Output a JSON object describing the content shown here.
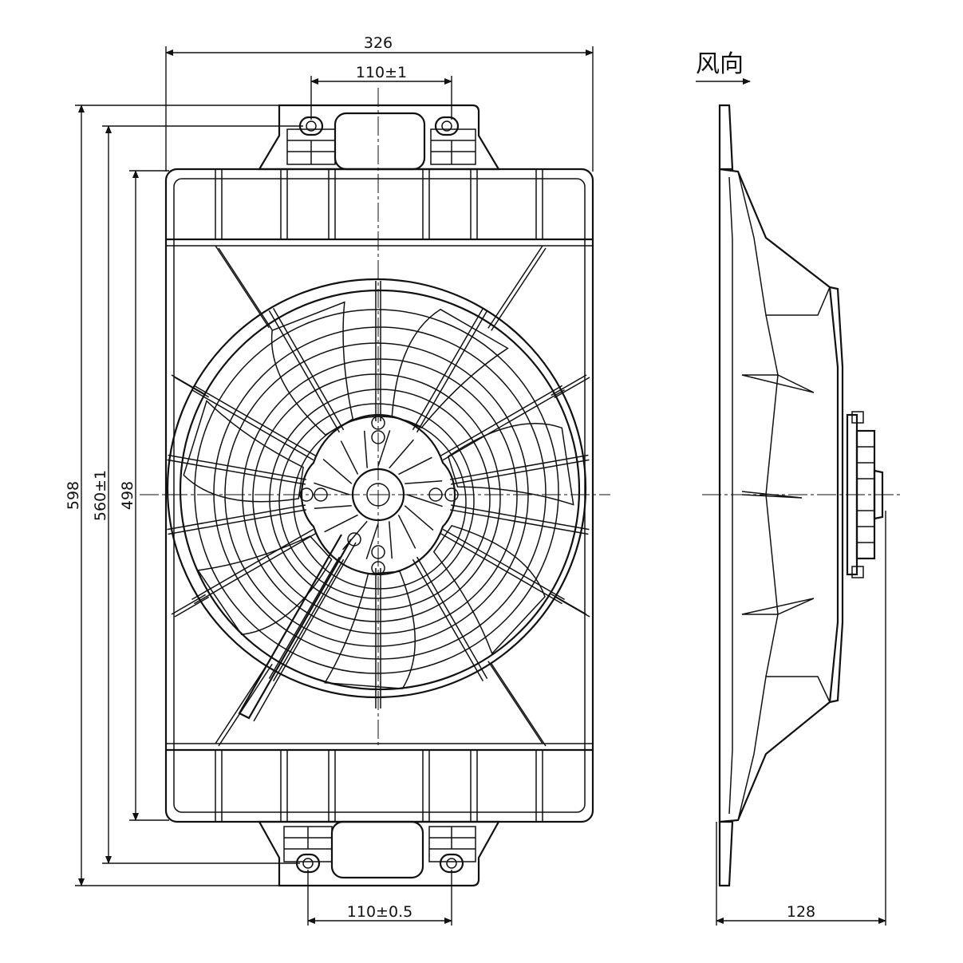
{
  "dimensions": {
    "overall_width": "326",
    "top_hole_spacing": "110±1",
    "bottom_hole_spacing": "110±0.5",
    "overall_height": "598",
    "hole_height": "560±1",
    "frame_height": "498",
    "depth": "128"
  },
  "airflow_label": "风向",
  "colors": {
    "line": "#111111",
    "background": "#ffffff"
  }
}
